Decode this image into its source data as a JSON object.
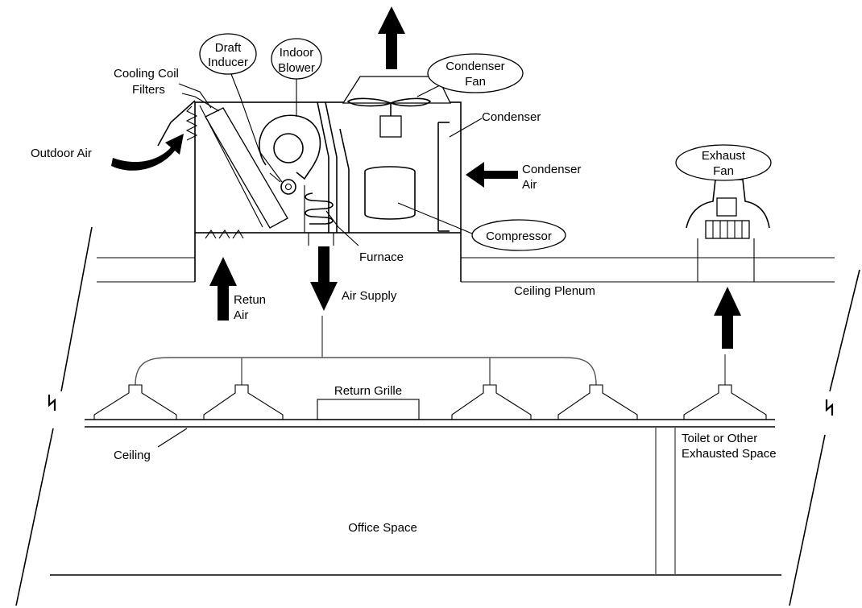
{
  "labels": {
    "cooling_coil": "Cooling Coil",
    "filters": "Filters",
    "draft_inducer_1": "Draft",
    "draft_inducer_2": "Inducer",
    "indoor_blower_1": "Indoor",
    "indoor_blower_2": "Blower",
    "condenser_fan_1": "Condenser",
    "condenser_fan_2": "Fan",
    "condenser": "Condenser",
    "outdoor_air": "Outdoor Air",
    "condenser_air_1": "Condenser",
    "condenser_air_2": "Air",
    "exhaust_fan_1": "Exhaust",
    "exhaust_fan_2": "Fan",
    "compressor": "Compressor",
    "furnace": "Furnace",
    "return_air_1": "Retun",
    "return_air_2": "Air",
    "air_supply": "Air Supply",
    "ceiling_plenum": "Ceiling Plenum",
    "return_grille": "Return Grille",
    "ceiling": "Ceiling",
    "toilet_1": "Toilet or Other",
    "toilet_2": "Exhausted Space",
    "office_space": "Office Space"
  }
}
